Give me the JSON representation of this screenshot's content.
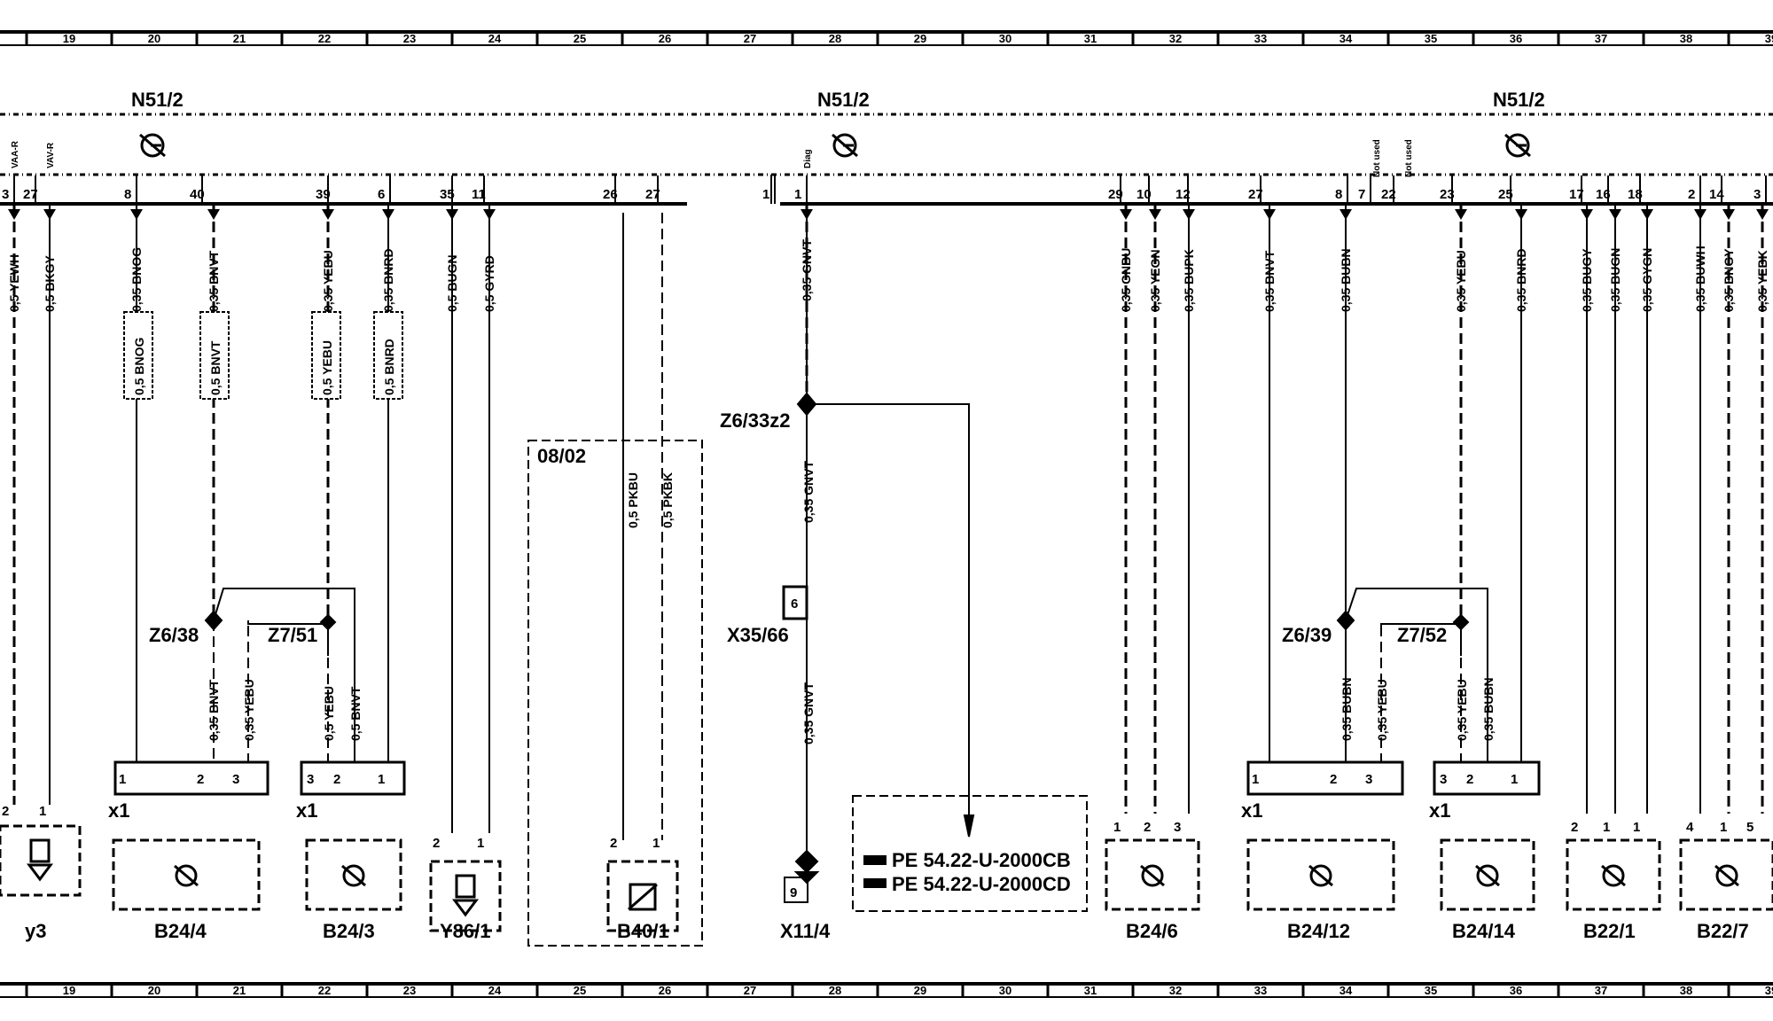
{
  "grid_columns": [
    "19",
    "20",
    "21",
    "22",
    "23",
    "24",
    "25",
    "26",
    "27",
    "28",
    "29",
    "30",
    "31",
    "32",
    "33",
    "34",
    "35",
    "36",
    "37",
    "38",
    "39"
  ],
  "module_label": "N51/2",
  "modules": [
    "N51/2",
    "N51/2",
    "N51/2"
  ],
  "top_pin_tags": {
    "vaa": "VAA-R",
    "vav": "VAV-R",
    "diag": "Diag",
    "nu1": "Not used",
    "nu2": "Not used"
  },
  "pins": [
    "3",
    "27",
    "8",
    "40",
    "39",
    "6",
    "35",
    "11",
    "26",
    "27",
    "1",
    "1",
    "29",
    "10",
    "12",
    "27",
    "8",
    "7",
    "22",
    "23",
    "25",
    "17",
    "16",
    "18",
    "2",
    "14",
    "3"
  ],
  "wires": [
    "0,5 YEWH",
    "0,5 BKGY",
    "0,35 BNOG",
    "0,35 BNVT",
    "0,35 YEBU",
    "0,35 BNRD",
    "0,5 BUGN",
    "0,5 GYRD",
    "0,35 GNVT",
    "0,35 GNBU",
    "0,35 YEGN",
    "0,35 BUPK",
    "0,35 BNVT",
    "0,35 BUBN",
    "0,35 YEBU",
    "0,35 BNRD",
    "0,35 BUGY",
    "0,35 BUGN",
    "0,35 GYGN",
    "0,35 BUWH",
    "0,35 BNGY",
    "0,35 YEBK"
  ],
  "boxed_wires": [
    "0,5 BNOG",
    "0,5 BNVT",
    "0,5 YEBU",
    "0,5 BNRD"
  ],
  "mid_wires": {
    "z638_a": "0,35 BNVT",
    "z638_b": "0,35 YEBU",
    "z751_a": "0,5 YEBU",
    "z751_b": "0,5 BNVT",
    "b40_a": "0,5 PKBU",
    "b40_b": "0,5 PKBK",
    "gnvt_2": "0,35 GNVT",
    "gnvt_3": "0,35 GNVT",
    "z639_a": "0,35 BUBN",
    "z639_b": "0,35 YEBU",
    "z752_a": "0,35 YEBU",
    "z752_b": "0,35 BUBN"
  },
  "splices": {
    "z638": "Z6/38",
    "z751": "Z7/51",
    "z6332": "Z6/33z2",
    "z639": "Z6/39",
    "z752": "Z7/52"
  },
  "connectors": {
    "x35": "X35/66",
    "x11": "X11/4",
    "x11_pin": "9",
    "x35_pin": "6"
  },
  "option_box": "08/02",
  "x1": "x1",
  "plug_pins": {
    "b244": [
      "1",
      "2",
      "3"
    ],
    "b243": [
      "3",
      "2",
      "1"
    ],
    "y86": [
      "2",
      "1"
    ],
    "b40": [
      "2",
      "1"
    ],
    "y3": [
      "2",
      "1"
    ],
    "b246": [
      "1",
      "2",
      "3"
    ],
    "b2412": [
      "1",
      "2",
      "3"
    ],
    "b2414": [
      "3",
      "2",
      "1"
    ],
    "b221": [
      "2",
      "1",
      "1"
    ],
    "b227": [
      "4",
      "1",
      "5"
    ]
  },
  "components": [
    "y3",
    "B24/4",
    "B24/3",
    "Y86/1",
    "B40/1",
    "X11/4",
    "B24/6",
    "B24/12",
    "B24/14",
    "B22/1",
    "B22/7"
  ],
  "references": [
    "PE  54.22-U-2000CB",
    "PE  54.22-U-2000CD"
  ]
}
